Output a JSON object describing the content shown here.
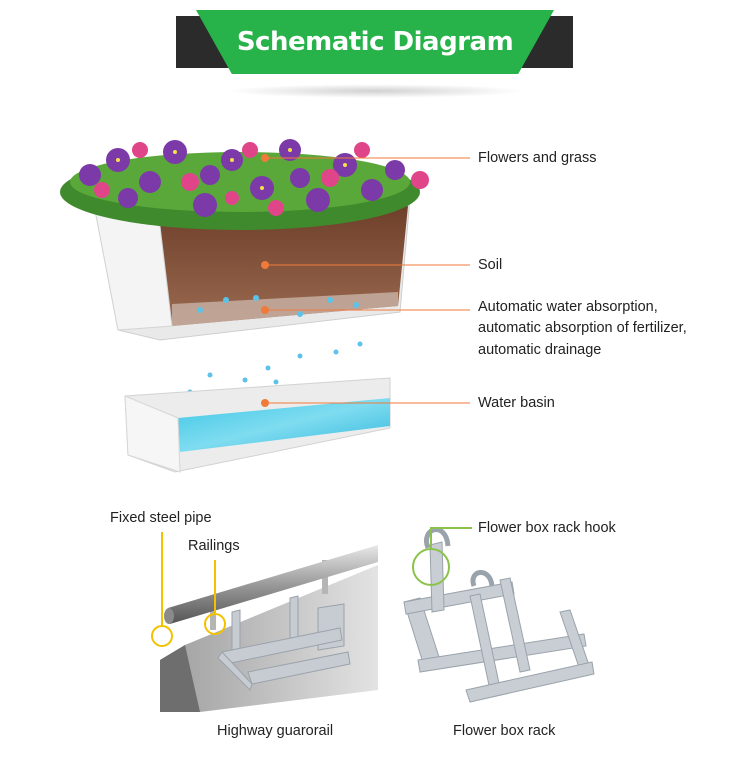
{
  "banner": {
    "title": "Schematic Diagram"
  },
  "colors": {
    "accent_green": "#27b24a",
    "banner_dark": "#2b2b2b",
    "callout_orange": "#f07a3a",
    "callout_yellow": "#f2c200",
    "hook_green": "#8bc34a"
  },
  "labels": {
    "flowers": "Flowers and grass",
    "soil": "Soil",
    "absorption_1": "Automatic water absorption,",
    "absorption_2": "automatic absorption of fertilizer,",
    "absorption_3": "automatic drainage",
    "water_basin": "Water basin",
    "fixed_pipe": "Fixed steel pipe",
    "railings": "Railings",
    "rack_hook": "Flower box rack hook",
    "guardrail": "Highway guarorail",
    "rack": "Flower box rack"
  }
}
